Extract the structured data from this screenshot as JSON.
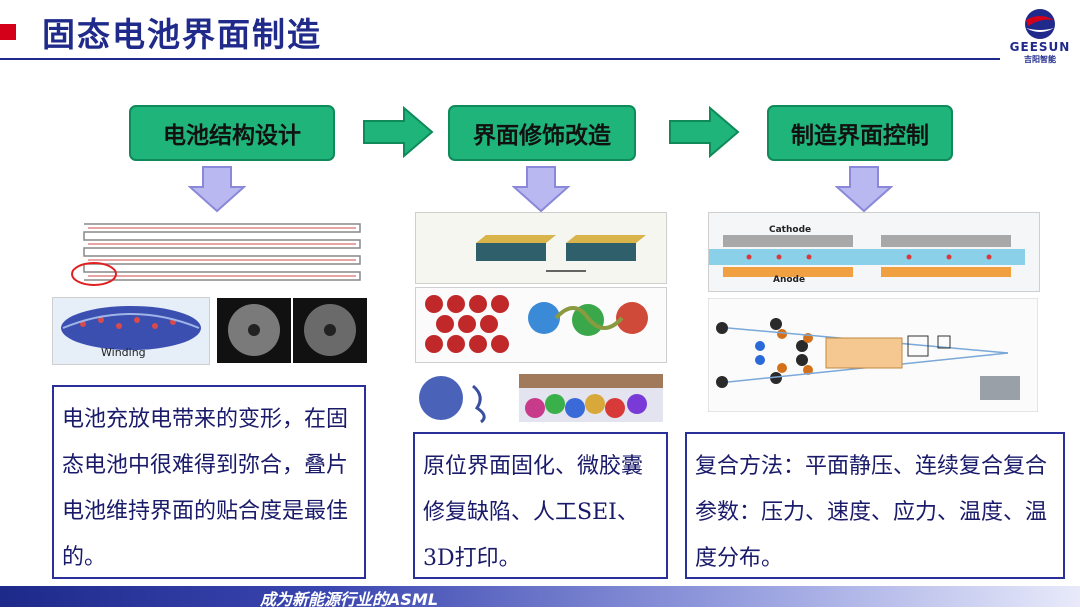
{
  "header": {
    "title": "固态电池界面制造",
    "logo_text": "GEESUN",
    "logo_sub": "吉阳智能"
  },
  "steps": [
    {
      "label": "电池结构设计"
    },
    {
      "label": "界面修饰改造"
    },
    {
      "label": "制造界面控制"
    }
  ],
  "images": {
    "winding_label": "Winding",
    "cathode_label": "Cathode",
    "anode_label": "Anode"
  },
  "descriptions": [
    {
      "text": "电池充放电带来的变形，在固态电池中很难得到弥合，叠片电池维持界面的贴合度是最佳的。"
    },
    {
      "text": "原位界面固化、微胶囊修复缺陷、人工SEI、3D打印。"
    },
    {
      "text": "复合方法：平面静压、连续复合复合参数：压力、速度、应力、温度、温度分布。"
    }
  ],
  "footer": {
    "slogan": "成为新能源行业的ASML"
  },
  "colors": {
    "title": "#1f2a8a",
    "step_fill": "#1fb57a",
    "arrow_fill": "#b9b8f0",
    "box_border": "#2b2f9a"
  }
}
